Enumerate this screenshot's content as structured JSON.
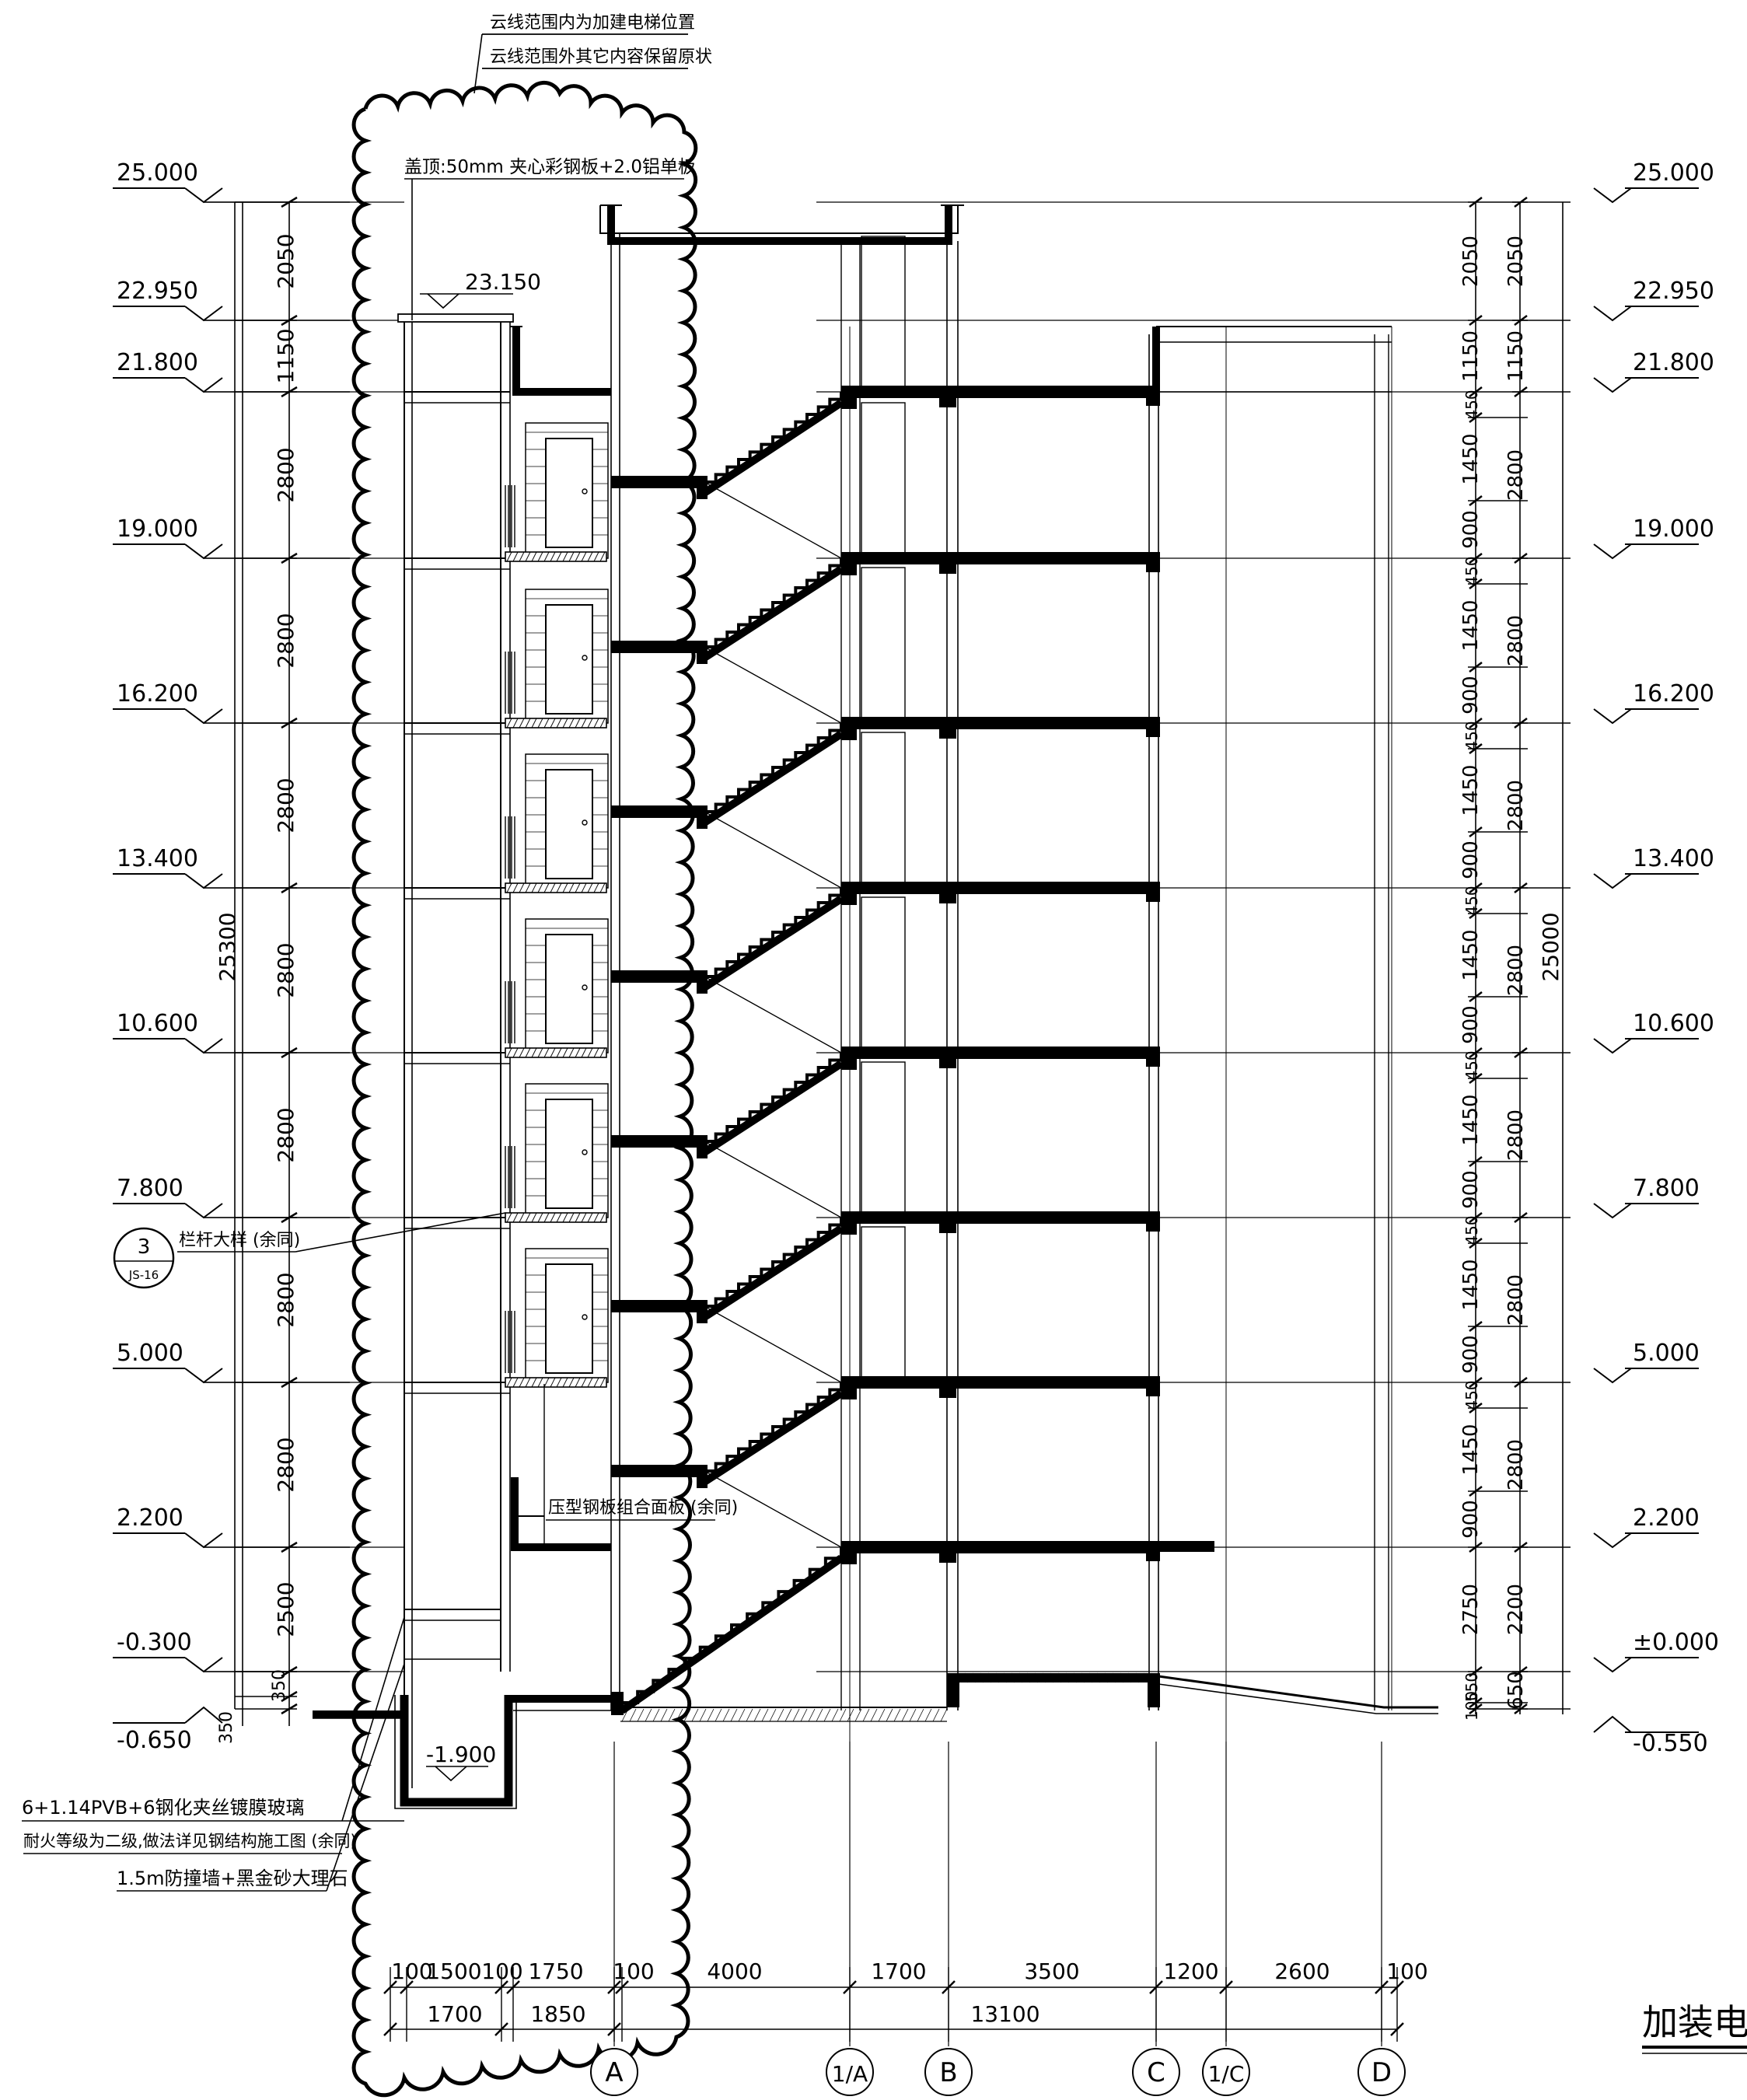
{
  "notes": {
    "cloud_note_1": "云线范围内为加建电梯位置",
    "cloud_note_2": "云线范围外其它内容保留原状",
    "roof_note": "盖顶:50mm 夹心彩钢板+2.0铝单板",
    "railing_note": "栏杆大样 (余同)",
    "deck_note": "压型钢板组合面板 (余同)",
    "glass_note": "6+1.14PVB+6钢化夹丝镀膜玻璃",
    "fire_note": "耐火等级为二级,做法详见钢结构施工图 (余同)",
    "wall_note": "1.5m防撞墙+黑金砂大理石"
  },
  "detail_ref": {
    "number": "3",
    "sheet": "JS-16"
  },
  "title": "加装电梯",
  "levels_left": [
    "25.000",
    "22.950",
    "21.800",
    "19.000",
    "16.200",
    "13.400",
    "10.600",
    "7.800",
    "5.000",
    "2.200",
    "-0.300",
    "-0.650"
  ],
  "levels_right": [
    "25.000",
    "22.950",
    "21.800",
    "19.000",
    "16.200",
    "13.400",
    "10.600",
    "7.800",
    "5.000",
    "2.200",
    "±0.000",
    "-0.550"
  ],
  "level_tags": {
    "shaft_top": "23.150",
    "pit": "-1.900"
  },
  "dims_left_chain": [
    "2050",
    "1150",
    "2800",
    "2800",
    "2800",
    "2800",
    "2800",
    "2800",
    "2800",
    "2500",
    "350",
    "350"
  ],
  "dims_left_total": "25300",
  "dims_right_detail": [
    "2050",
    "1150",
    "450",
    "1450",
    "900",
    "450",
    "1450",
    "900",
    "450",
    "1450",
    "900",
    "450",
    "1450",
    "900",
    "450",
    "1450",
    "900",
    "450",
    "1450",
    "900",
    "450",
    "1450",
    "900",
    "2750",
    "550",
    "100"
  ],
  "dims_right_floor": [
    "2050",
    "1150",
    "2800",
    "2800",
    "2800",
    "2800",
    "2800",
    "2800",
    "2800",
    "2200",
    "650"
  ],
  "dims_right_total": "25000",
  "dims_bottom_detail": [
    "100",
    "1500",
    "100",
    "1750",
    "100",
    "4000",
    "1700",
    "3500",
    "1200",
    "2600",
    "100"
  ],
  "dims_bottom_sub": [
    "1700",
    "1850",
    "13100"
  ],
  "axes": [
    "A",
    "1/A",
    "B",
    "C",
    "1/C",
    "D"
  ]
}
